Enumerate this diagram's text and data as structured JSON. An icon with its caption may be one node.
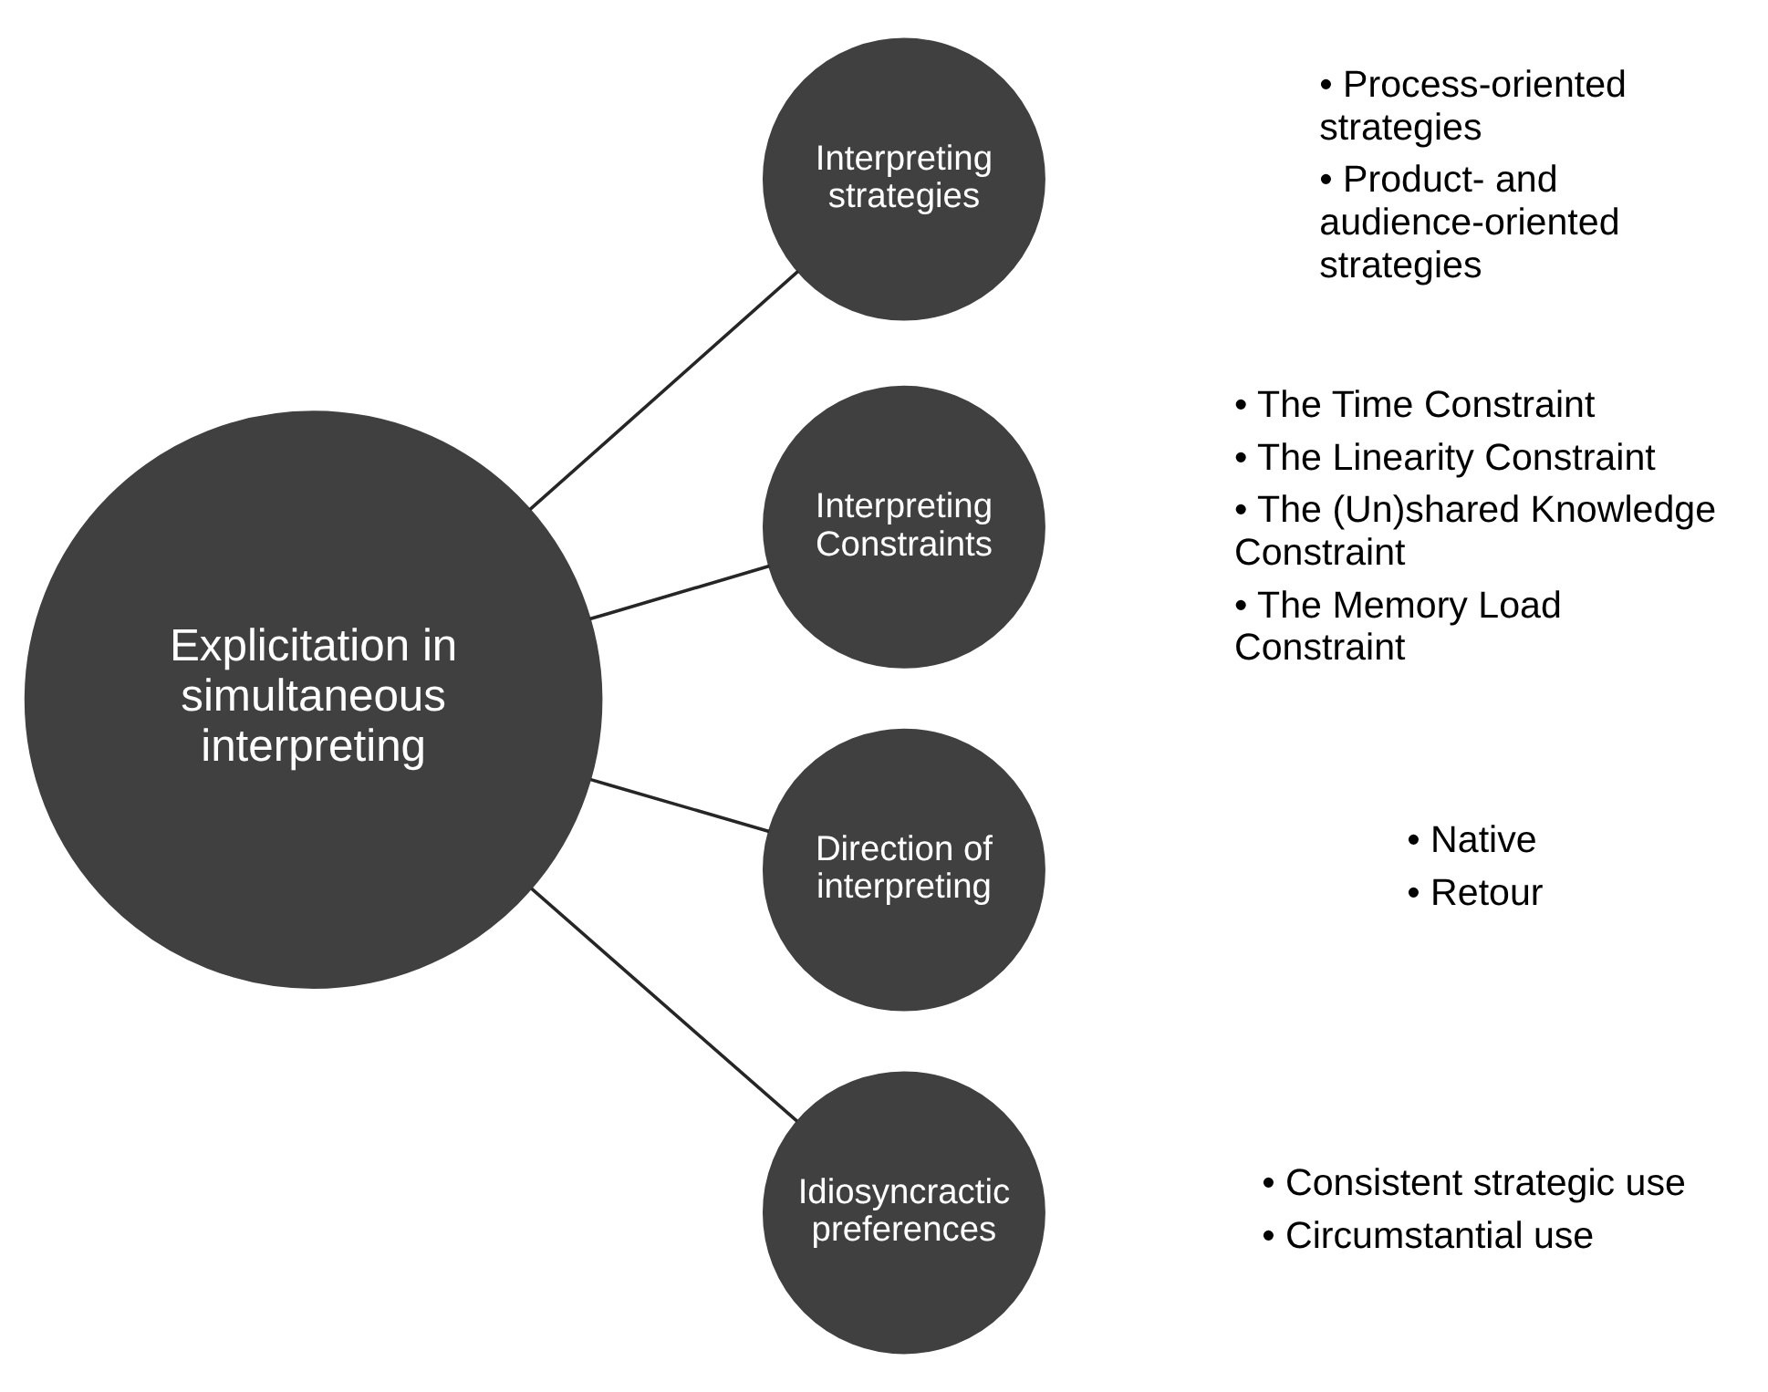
{
  "diagram": {
    "nodes": [
      {
        "text": [
          "Explicitation in simultaneous interpreting"
        ]
      },
      {
        "text": [
          "Interpreting strategies"
        ],
        "beside": [
          "• Process-oriented strategies",
          "• Product- and audience-oriented strategies"
        ]
      },
      {
        "text": [
          "Interpreting Constraints"
        ],
        "beside": [
          "• The Time Constraint",
          "• The Linearity Constraint",
          "• The (Un)shared Knowledge Constraint",
          "• The Memory Load Constraint"
        ]
      },
      {
        "text": [
          "Direction of interpreting"
        ],
        "beside": [
          "• Native",
          "• Retour"
        ]
      },
      {
        "text": [
          "Idiosyncractic preferences"
        ],
        "beside": [
          "• Consistent strategic use",
          "• Circumstantial use"
        ]
      }
    ],
    "edges": [
      {
        "from": 0,
        "to": 1,
        "arrow": "none"
      },
      {
        "from": 0,
        "to": 2,
        "arrow": "none"
      },
      {
        "from": 0,
        "to": 3,
        "arrow": "none"
      },
      {
        "from": 0,
        "to": 4,
        "arrow": "none"
      }
    ]
  }
}
